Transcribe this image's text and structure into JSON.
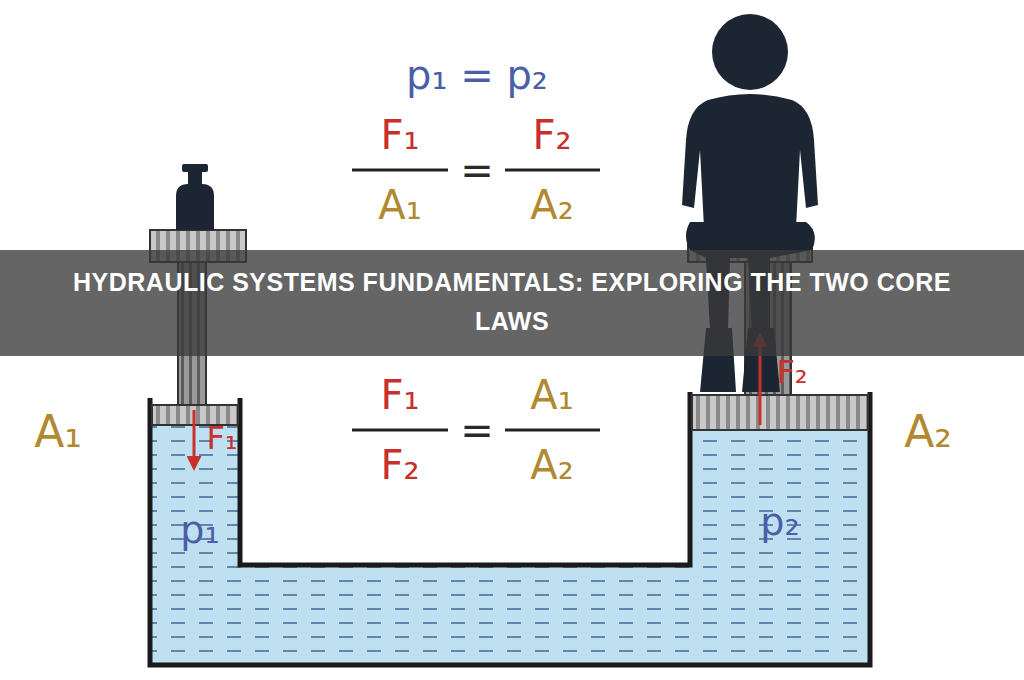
{
  "diagram": {
    "title": "HYDRAULIC SYSTEMS FUNDAMENTALS: EXPLORING THE TWO CORE LAWS",
    "labels": [
      "p₁ = p₂",
      "F₁",
      "=",
      "F₂",
      "A₁",
      "A₂",
      "F₁",
      "=",
      "A₁",
      "F₂",
      "A₂",
      "A₁",
      "F₁",
      "F₂",
      "A₂",
      "p₁",
      "p₂"
    ]
  }
}
